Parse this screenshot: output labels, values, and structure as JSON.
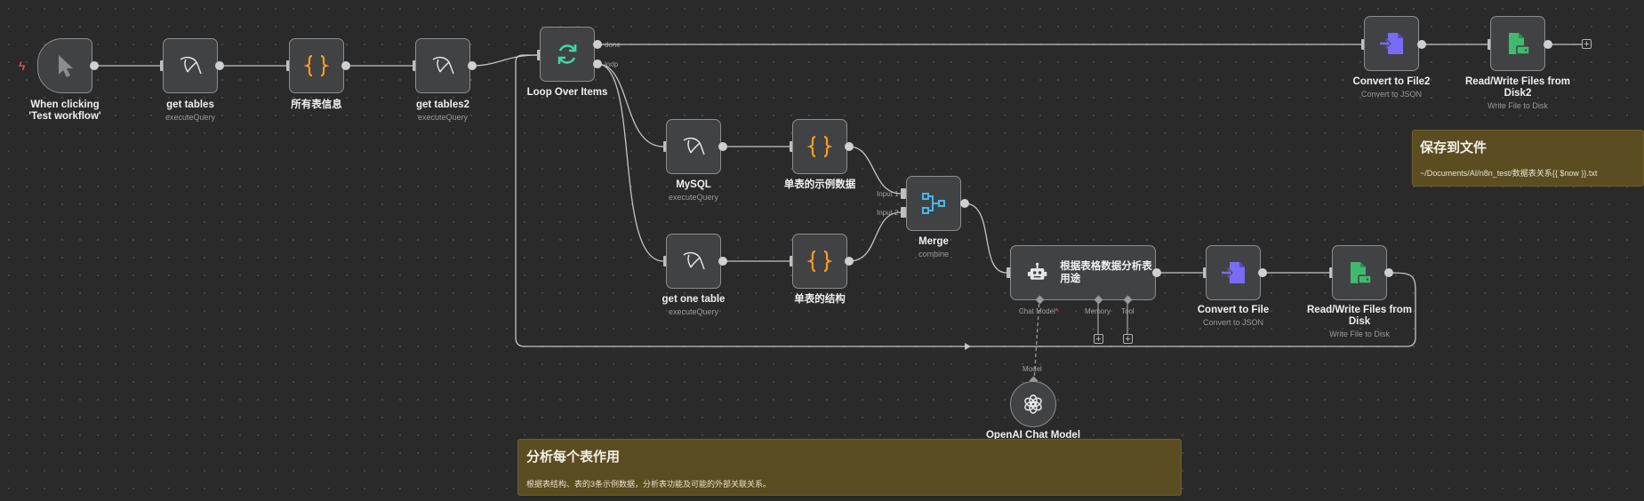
{
  "colors": {
    "canvas": "#2a2a2a",
    "node_fill": "#414244",
    "node_border": "#8d8d8f",
    "edge": "#c4c4c4",
    "code_brace": "#ff9a1f",
    "loop_icon": "#3ed6a9",
    "merge_icon": "#4bb8e6",
    "convert_icon": "#7a6bf5",
    "file_icon": "#3fba6f",
    "trigger_bolt": "#ff5a4e",
    "sticky": "#5b4d22"
  },
  "nodes": {
    "trigger": {
      "title": "When clicking 'Test workflow'",
      "icon": "cursor-icon"
    },
    "get_tables": {
      "title": "get tables",
      "subtitle": "executeQuery",
      "icon": "mysql-dolphin-icon"
    },
    "all_tables_info": {
      "title": "所有表信息",
      "icon": "code-braces-icon"
    },
    "get_tables2": {
      "title": "get tables2",
      "subtitle": "executeQuery",
      "icon": "mysql-dolphin-icon"
    },
    "loop": {
      "title": "Loop Over Items",
      "icon": "loop-refresh-icon",
      "out_done": "done",
      "out_loop": "loop"
    },
    "mysql": {
      "title": "MySQL",
      "subtitle": "executeQuery",
      "icon": "mysql-dolphin-icon"
    },
    "sample_data": {
      "title": "单表的示例数据",
      "icon": "code-braces-icon"
    },
    "get_one_table": {
      "title": "get one table",
      "subtitle": "executeQuery",
      "icon": "mysql-dolphin-icon"
    },
    "table_struct": {
      "title": "单表的结构",
      "icon": "code-braces-icon"
    },
    "merge": {
      "title": "Merge",
      "subtitle": "combine",
      "icon": "merge-icon",
      "input1": "Input 1",
      "input2": "Input 2"
    },
    "agent": {
      "title": "根据表格数据分析表用途",
      "icon": "robot-icon",
      "port_chat": "Chat Model",
      "port_chat_required": "*",
      "port_memory": "Memory",
      "port_tool": "Tool"
    },
    "convert": {
      "title": "Convert to File",
      "subtitle": "Convert to JSON",
      "icon": "convert-file-icon"
    },
    "rw_files": {
      "title": "Read/Write Files from Disk",
      "subtitle": "Write File to Disk",
      "icon": "file-disk-icon"
    },
    "openai": {
      "title": "OpenAI Chat Model",
      "port_model": "Model",
      "icon": "openai-icon"
    },
    "convert2": {
      "title": "Convert to File2",
      "subtitle": "Convert to JSON",
      "icon": "convert-file-icon"
    },
    "rw_files2": {
      "title": "Read/Write Files from Disk2",
      "subtitle": "Write File to Disk",
      "icon": "file-disk-icon"
    }
  },
  "stickies": {
    "save": {
      "title": "保存到文件",
      "body": "~/Documents/AI/n8n_test/数据表关系{{ $now }}.txt"
    },
    "analyze": {
      "title": "分析每个表作用",
      "body": "根据表结构、表的3条示例数据，分析表功能及可能的外部关联关系。"
    }
  },
  "plus": "+"
}
